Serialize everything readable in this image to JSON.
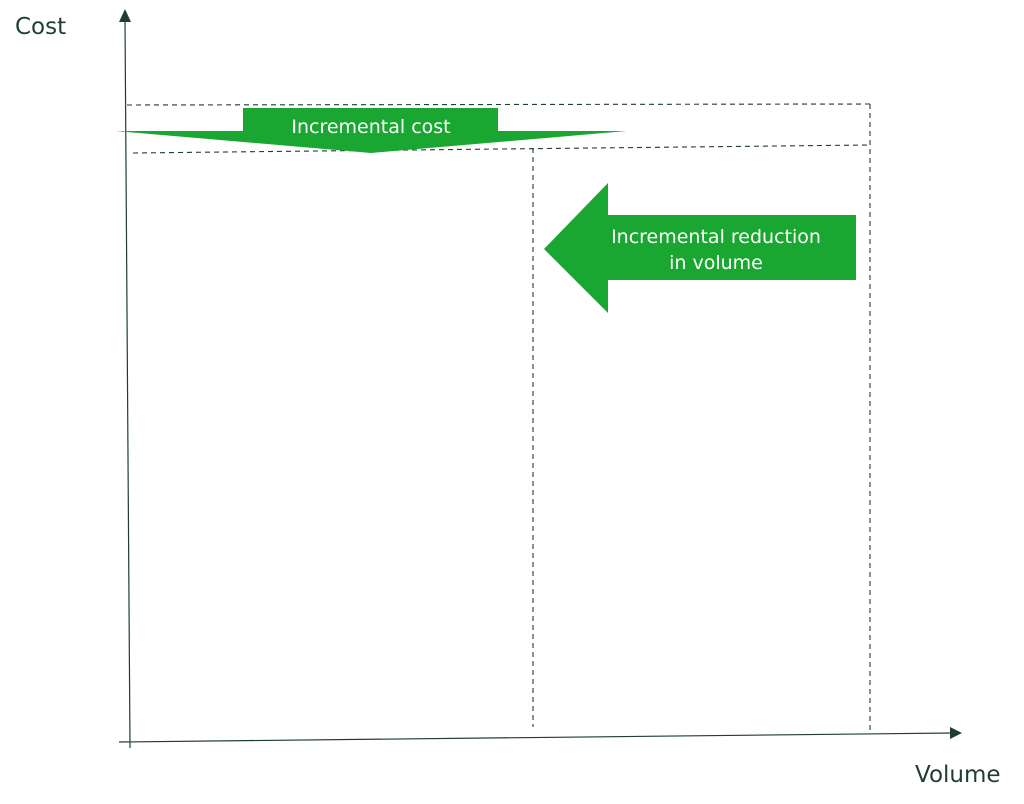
{
  "axes": {
    "y_label": "Cost",
    "x_label": "Volume"
  },
  "arrows": {
    "incremental_cost": {
      "label": "Incremental cost"
    },
    "incremental_reduction": {
      "line1": "Incremental reduction",
      "line2": "in volume"
    }
  },
  "colors": {
    "axis": "#1f3d33",
    "arrow_fill": "#1aa731",
    "arrow_text": "#ffffff",
    "dashed_line": "#1f3d33"
  }
}
